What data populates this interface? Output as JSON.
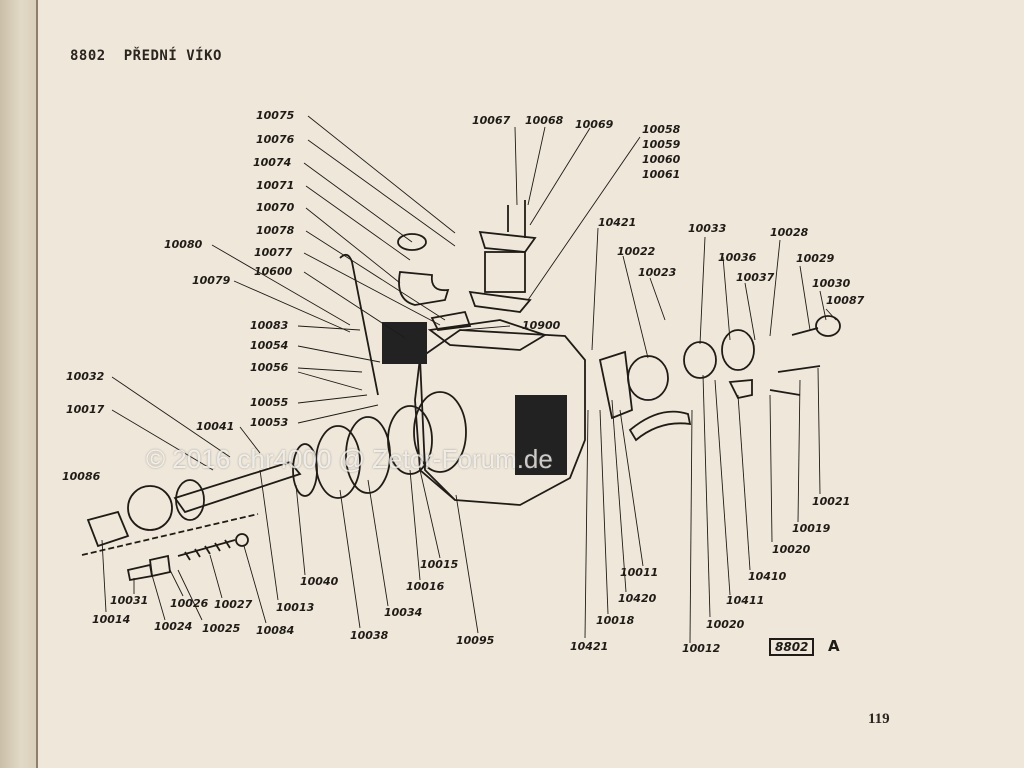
{
  "header": {
    "code": "8802",
    "title": "PŘEDNÍ VÍKO"
  },
  "page_number": "119",
  "reference": {
    "box": "8802",
    "suffix": "A"
  },
  "watermark": "© 2016 chr4000 @ Zetor-Forum.de",
  "labels": {
    "p10075": "10075",
    "p10076": "10076",
    "p10074": "10074",
    "p10071": "10071",
    "p10070": "10070",
    "p10078": "10078",
    "p10077": "10077",
    "p10600": "10600",
    "p10080": "10080",
    "p10079": "10079",
    "p10083": "10083",
    "p10054": "10054",
    "p10056": "10056",
    "p10055": "10055",
    "p10053": "10053",
    "p10032": "10032",
    "p10017": "10017",
    "p10041": "10041",
    "p10086": "10086",
    "p10014": "10014",
    "p10031": "10031",
    "p10024": "10024",
    "p10026": "10026",
    "p10025": "10025",
    "p10027": "10027",
    "p10084": "10084",
    "p10013": "10013",
    "p10040": "10040",
    "p10038": "10038",
    "p10034": "10034",
    "p10016": "10016",
    "p10015": "10015",
    "p10095": "10095",
    "p10067": "10067",
    "p10068": "10068",
    "p10069": "10069",
    "p10058": "10058",
    "p10059": "10059",
    "p10060": "10060",
    "p10061": "10061",
    "p10900": "10900",
    "p10421a": "10421",
    "p10022": "10022",
    "p10023": "10023",
    "p10033": "10033",
    "p10036": "10036",
    "p10037": "10037",
    "p10028": "10028",
    "p10029": "10029",
    "p10030": "10030",
    "p10087": "10087",
    "p10021": "10021",
    "p10019": "10019",
    "p10020a": "10020",
    "p10410": "10410",
    "p10411": "10411",
    "p10020b": "10020",
    "p10012": "10012",
    "p10011": "10011",
    "p10420": "10420",
    "p10018": "10018",
    "p10421b": "10421"
  }
}
